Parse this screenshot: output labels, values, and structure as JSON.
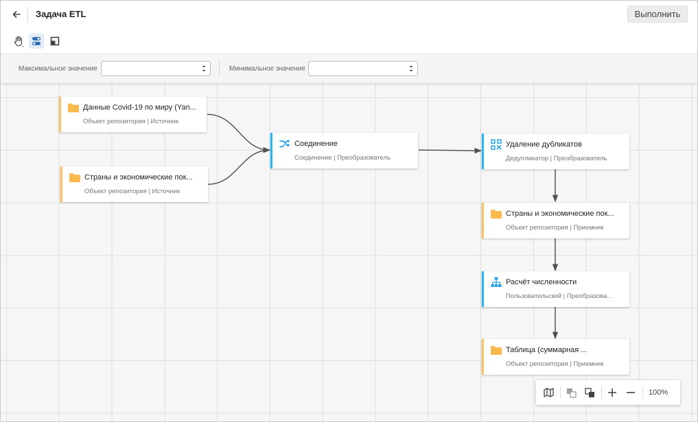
{
  "header": {
    "title": "Задача ETL",
    "run_label": "Выполнить"
  },
  "toolbar": {
    "tools": [
      "hand-icon",
      "toggle-icon",
      "frame-icon"
    ],
    "active_tool": "toggle-icon"
  },
  "filters": {
    "max_label": "Максимальное значение",
    "max_value": "",
    "min_label": "Минимальное значение",
    "min_value": ""
  },
  "nodes": [
    {
      "id": "covid",
      "title": "Данные Covid-19 по миру (Yan...",
      "subtitle": "Объект репозитория | Источник",
      "icon": "folder-icon",
      "kind": "source"
    },
    {
      "id": "countries_src",
      "title": "Страны и экономические пок...",
      "subtitle": "Объект репозитория | Источник",
      "icon": "folder-icon",
      "kind": "source"
    },
    {
      "id": "join",
      "title": "Соединение",
      "subtitle": "Соединение | Преобразователь",
      "icon": "merge-icon",
      "kind": "transformer"
    },
    {
      "id": "dedup",
      "title": "Удаление дубликатов",
      "subtitle": "Дедупликатор | Преобразователь",
      "icon": "dedup-icon",
      "kind": "transformer"
    },
    {
      "id": "countries_dst",
      "title": "Страны и экономические пок...",
      "subtitle": "Объект репозитория | Приемник",
      "icon": "folder-icon",
      "kind": "sink"
    },
    {
      "id": "calc",
      "title": "Расчёт численности",
      "subtitle": "Пользовательский | Преобразова...",
      "icon": "hierarchy-icon",
      "kind": "transformer"
    },
    {
      "id": "table",
      "title": "Таблица (суммарная ...",
      "subtitle": "Объект репозитория | Приемник",
      "icon": "folder-icon",
      "kind": "sink"
    }
  ],
  "edges": [
    [
      "covid",
      "join"
    ],
    [
      "countries_src",
      "join"
    ],
    [
      "join",
      "dedup"
    ],
    [
      "dedup",
      "countries_dst"
    ],
    [
      "countries_dst",
      "calc"
    ],
    [
      "calc",
      "table"
    ]
  ],
  "zoom": {
    "level": "100%"
  },
  "colors": {
    "source_accent": "#f9c463",
    "transformer_accent": "#29b6f6",
    "folder_icon": "#f9b94c",
    "transformer_icon": "#29a3e6"
  }
}
